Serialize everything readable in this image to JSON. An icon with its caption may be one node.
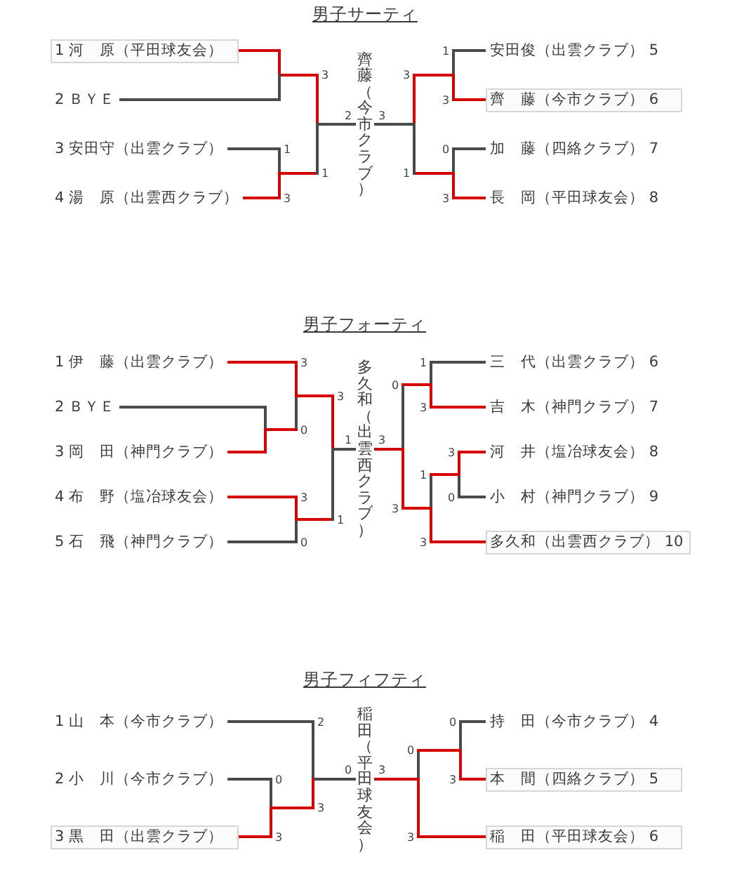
{
  "diagram": {
    "nodes": [
      {
        "text": [
          "1 河　原（平田球友会）"
        ]
      },
      {
        "text": [
          "2 ＢＹＥ"
        ]
      },
      {
        "text": [
          "3 安田守（出雲クラブ）"
        ]
      },
      {
        "text": [
          "4 湯　原（出雲西クラブ）"
        ]
      },
      {
        "text": [
          "1"
        ]
      },
      {
        "text": [
          "3"
        ]
      },
      {
        "text": [
          "3"
        ]
      },
      {
        "text": [
          "1"
        ]
      },
      {
        "text": [
          "齊藤（今市クラブ）"
        ]
      },
      {
        "text": [
          "3"
        ]
      },
      {
        "text": [
          "1"
        ]
      },
      {
        "text": [
          "1"
        ]
      },
      {
        "text": [
          "3"
        ]
      },
      {
        "text": [
          "0"
        ]
      },
      {
        "text": [
          "3"
        ]
      },
      {
        "text": [
          "安田俊（出雲クラブ） 5"
        ]
      },
      {
        "text": [
          "齊　藤（今市クラブ） 6"
        ]
      },
      {
        "text": [
          "加　藤（四絡クラブ） 7"
        ]
      },
      {
        "text": [
          "長　岡（平田球友会） 8"
        ]
      },
      {
        "text": [
          "1 伊　藤（出雲クラブ）"
        ]
      },
      {
        "text": [
          "2 ＢＹＥ"
        ]
      },
      {
        "text": [
          "3 岡　田（神門クラブ）"
        ]
      },
      {
        "text": [
          "4 布　野（塩冶球友会）"
        ]
      },
      {
        "text": [
          "5 石　飛（神門クラブ）"
        ]
      },
      {
        "text": [
          "3"
        ]
      },
      {
        "text": [
          "0"
        ]
      },
      {
        "text": [
          "3"
        ]
      },
      {
        "text": [
          "0"
        ]
      },
      {
        "text": [
          "3"
        ]
      },
      {
        "text": [
          "1"
        ]
      },
      {
        "text": [
          "多久和（出雲西クラブ）"
        ]
      },
      {
        "text": [
          "0"
        ]
      },
      {
        "text": [
          "3"
        ]
      },
      {
        "text": [
          "1"
        ]
      },
      {
        "text": [
          "3"
        ]
      },
      {
        "text": [
          "1"
        ]
      },
      {
        "text": [
          "3"
        ]
      },
      {
        "text": [
          "3"
        ]
      },
      {
        "text": [
          "0"
        ]
      },
      {
        "text": [
          "三　代（出雲クラブ） 6"
        ]
      },
      {
        "text": [
          "吉　木（神門クラブ） 7"
        ]
      },
      {
        "text": [
          "河　井（塩冶球友会） 8"
        ]
      },
      {
        "text": [
          "小　村（神門クラブ） 9"
        ]
      },
      {
        "text": [
          "多久和（出雲西クラブ） 10"
        ]
      },
      {
        "text": [
          "1 山　本（今市クラブ）"
        ]
      },
      {
        "text": [
          "2 小　川（今市クラブ）"
        ]
      },
      {
        "text": [
          "3 黒　田（出雲クラブ）"
        ]
      },
      {
        "text": [
          "0"
        ]
      },
      {
        "text": [
          "3"
        ]
      },
      {
        "text": [
          "2"
        ]
      },
      {
        "text": [
          "3"
        ]
      },
      {
        "text": [
          "稲田（平田球友会）"
        ]
      },
      {
        "text": [
          "0"
        ]
      },
      {
        "text": [
          "3"
        ]
      },
      {
        "text": [
          "0"
        ]
      },
      {
        "text": [
          "3"
        ]
      },
      {
        "text": [
          "持　田（今市クラブ） 4"
        ]
      },
      {
        "text": [
          "本　間（四絡クラブ） 5"
        ]
      },
      {
        "text": [
          "稲　田（平田球友会） 6"
        ]
      }
    ],
    "edges": [
      {
        "from": 0,
        "to": 6,
        "arrow": "none",
        "color": "#d40000"
      },
      {
        "from": 1,
        "to": null,
        "arrow": "none",
        "color": "#4a4a4a"
      },
      {
        "from": 2,
        "to": 4,
        "arrow": "none",
        "color": "#4a4a4a"
      },
      {
        "from": 4,
        "to": 5,
        "arrow": "none",
        "color": "#4a4a4a"
      },
      {
        "from": 3,
        "to": 5,
        "arrow": "none",
        "color": "#d40000"
      },
      {
        "from": 5,
        "to": 7,
        "arrow": "none",
        "color": "#d40000"
      },
      {
        "from": 6,
        "to": null,
        "arrow": "none",
        "color": "#d40000"
      },
      {
        "from": 7,
        "to": 8,
        "arrow": "none",
        "label": "2",
        "color": "#4a4a4a"
      },
      {
        "from": 15,
        "to": 11,
        "arrow": "none",
        "color": "#4a4a4a"
      },
      {
        "from": 11,
        "to": 12,
        "arrow": "none",
        "color": "#4a4a4a"
      },
      {
        "from": 16,
        "to": 12,
        "arrow": "none",
        "color": "#d40000"
      },
      {
        "from": 12,
        "to": 9,
        "arrow": "none",
        "color": "#d40000"
      },
      {
        "from": 17,
        "to": 13,
        "arrow": "none",
        "color": "#4a4a4a"
      },
      {
        "from": 13,
        "to": 14,
        "arrow": "none",
        "color": "#4a4a4a"
      },
      {
        "from": 18,
        "to": 14,
        "arrow": "none",
        "color": "#d40000"
      },
      {
        "from": 14,
        "to": 10,
        "arrow": "none",
        "color": "#d40000"
      },
      {
        "from": 9,
        "to": null,
        "arrow": "none",
        "color": "#d40000"
      },
      {
        "from": 10,
        "to": 8,
        "arrow": "none",
        "label": "3",
        "color": "#4a4a4a"
      },
      {
        "from": 19,
        "to": 24,
        "arrow": "none",
        "color": "#d40000"
      },
      {
        "from": 24,
        "to": 28,
        "arrow": "none",
        "color": "#d40000"
      },
      {
        "from": 20,
        "to": null,
        "arrow": "none",
        "color": "#4a4a4a"
      },
      {
        "from": 21,
        "to": 25,
        "arrow": "none",
        "color": "#d40000"
      },
      {
        "from": 25,
        "to": 24,
        "arrow": "none",
        "color": "#4a4a4a"
      },
      {
        "from": 22,
        "to": 26,
        "arrow": "none",
        "color": "#d40000"
      },
      {
        "from": 26,
        "to": 29,
        "arrow": "none",
        "color": "#d40000"
      },
      {
        "from": 23,
        "to": 27,
        "arrow": "none",
        "color": "#4a4a4a"
      },
      {
        "from": 27,
        "to": 26,
        "arrow": "none",
        "color": "#4a4a4a"
      },
      {
        "from": 28,
        "to": 29,
        "arrow": "none",
        "color": "#d40000"
      },
      {
        "from": 29,
        "to": 30,
        "arrow": "none",
        "label": "1",
        "color": "#4a4a4a"
      },
      {
        "from": 39,
        "to": 33,
        "arrow": "none",
        "color": "#4a4a4a"
      },
      {
        "from": 33,
        "to": 34,
        "arrow": "none",
        "color": "#4a4a4a"
      },
      {
        "from": 40,
        "to": 34,
        "arrow": "none",
        "color": "#d40000"
      },
      {
        "from": 34,
        "to": 31,
        "arrow": "none",
        "color": "#d40000"
      },
      {
        "from": 41,
        "to": 37,
        "arrow": "none",
        "color": "#d40000"
      },
      {
        "from": 37,
        "to": 35,
        "arrow": "none",
        "color": "#d40000"
      },
      {
        "from": 42,
        "to": 38,
        "arrow": "none",
        "color": "#4a4a4a"
      },
      {
        "from": 38,
        "to": 37,
        "arrow": "none",
        "color": "#4a4a4a"
      },
      {
        "from": 43,
        "to": 36,
        "arrow": "none",
        "color": "#d40000"
      },
      {
        "from": 36,
        "to": 32,
        "arrow": "none",
        "color": "#d40000"
      },
      {
        "from": 35,
        "to": 36,
        "arrow": "none",
        "color": "#4a4a4a"
      },
      {
        "from": 31,
        "to": 32,
        "arrow": "none",
        "color": "#4a4a4a"
      },
      {
        "from": 32,
        "to": 30,
        "arrow": "none",
        "label": "3",
        "color": "#d40000"
      },
      {
        "from": 44,
        "to": 49,
        "arrow": "none",
        "color": "#4a4a4a"
      },
      {
        "from": 49,
        "to": 51,
        "arrow": "none",
        "label": "0",
        "color": "#4a4a4a"
      },
      {
        "from": 45,
        "to": 47,
        "arrow": "none",
        "color": "#4a4a4a"
      },
      {
        "from": 47,
        "to": 48,
        "arrow": "none",
        "color": "#4a4a4a"
      },
      {
        "from": 46,
        "to": 48,
        "arrow": "none",
        "color": "#d40000"
      },
      {
        "from": 48,
        "to": 50,
        "arrow": "none",
        "color": "#d40000"
      },
      {
        "from": 50,
        "to": null,
        "arrow": "none",
        "color": "#d40000"
      },
      {
        "from": 56,
        "to": 54,
        "arrow": "none",
        "color": "#4a4a4a"
      },
      {
        "from": 54,
        "to": 55,
        "arrow": "none",
        "color": "#4a4a4a"
      },
      {
        "from": 57,
        "to": 55,
        "arrow": "none",
        "color": "#d40000"
      },
      {
        "from": 55,
        "to": 52,
        "arrow": "none",
        "color": "#d40000"
      },
      {
        "from": 52,
        "to": 53,
        "arrow": "none",
        "color": "#4a4a4a"
      },
      {
        "from": 58,
        "to": 53,
        "arrow": "none",
        "color": "#d40000"
      },
      {
        "from": 53,
        "to": 51,
        "arrow": "none",
        "label": "3",
        "color": "#d40000"
      }
    ],
    "labels": [
      "男子サーティ",
      "男子フォーティ",
      "男子フィフティ"
    ]
  }
}
